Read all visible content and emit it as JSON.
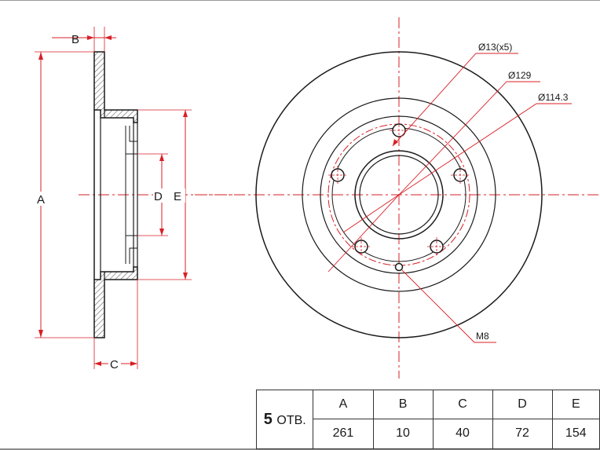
{
  "side_view": {
    "dim_labels": {
      "a": "A",
      "b": "B",
      "c": "C",
      "d": "D",
      "e": "E"
    }
  },
  "front_view": {
    "callouts": {
      "bolt_holes": "Ø13(x5)",
      "outer_hub": "Ø129",
      "pcd": "Ø114.3",
      "thread": "M8"
    }
  },
  "colors": {
    "centerline": "#d81f26",
    "outline": "#1a1a1a",
    "hatch": "#555555"
  },
  "spec_table": {
    "holes_count": "5",
    "holes_unit": "ОТВ.",
    "headers": [
      "A",
      "B",
      "C",
      "D",
      "E"
    ],
    "values": [
      "261",
      "10",
      "40",
      "72",
      "154"
    ]
  }
}
